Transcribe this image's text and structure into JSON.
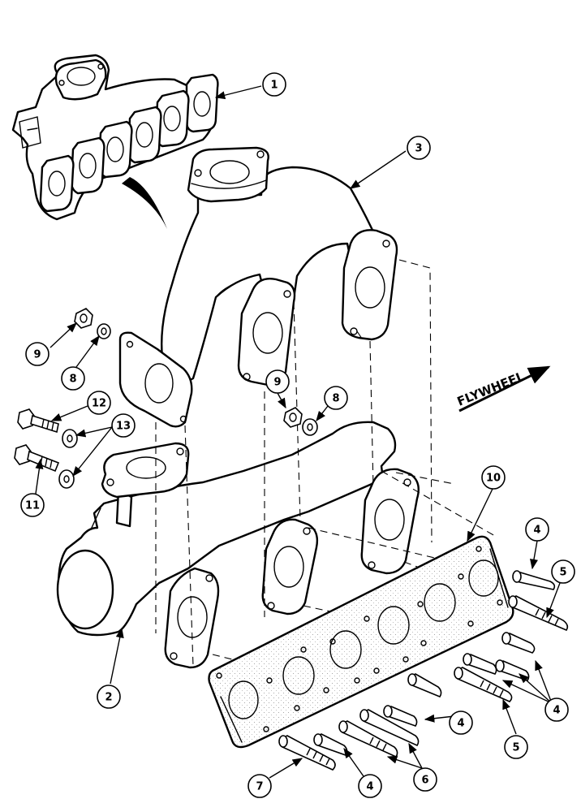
{
  "direction_label": "FLYWHEEL",
  "callouts": [
    {
      "id": "c1",
      "text": "1"
    },
    {
      "id": "c2",
      "text": "2"
    },
    {
      "id": "c3",
      "text": "3"
    },
    {
      "id": "c4a",
      "text": "4"
    },
    {
      "id": "c4b",
      "text": "4"
    },
    {
      "id": "c4c",
      "text": "4"
    },
    {
      "id": "c4d",
      "text": "4"
    },
    {
      "id": "c5a",
      "text": "5"
    },
    {
      "id": "c5b",
      "text": "5"
    },
    {
      "id": "c6",
      "text": "6"
    },
    {
      "id": "c7",
      "text": "7"
    },
    {
      "id": "c8a",
      "text": "8"
    },
    {
      "id": "c8b",
      "text": "8"
    },
    {
      "id": "c9a",
      "text": "9"
    },
    {
      "id": "c9b",
      "text": "9"
    },
    {
      "id": "c10",
      "text": "10"
    },
    {
      "id": "c11",
      "text": "11"
    },
    {
      "id": "c12",
      "text": "12"
    },
    {
      "id": "c13",
      "text": "13"
    }
  ]
}
